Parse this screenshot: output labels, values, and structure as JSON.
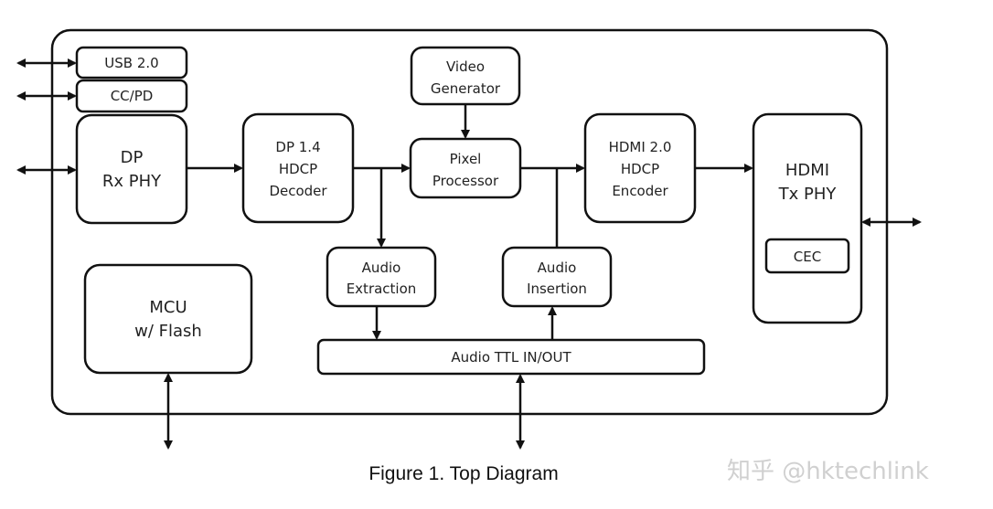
{
  "blocks": {
    "usb": "USB 2.0",
    "ccpd": "CC/PD",
    "dp_rx": [
      "DP",
      "Rx PHY"
    ],
    "decoder": [
      "DP 1.4",
      "HDCP",
      "Decoder"
    ],
    "video_gen": [
      "Video",
      "Generator"
    ],
    "pixel": [
      "Pixel",
      "Processor"
    ],
    "encoder": [
      "HDMI 2.0",
      "HDCP",
      "Encoder"
    ],
    "hdmi_tx": [
      "HDMI",
      "Tx PHY"
    ],
    "cec": "CEC",
    "audio_ext": [
      "Audio",
      "Extraction"
    ],
    "audio_ins": [
      "Audio",
      "Insertion"
    ],
    "mcu": [
      "MCU",
      "w/ Flash"
    ],
    "audio_ttl": "Audio TTL IN/OUT"
  },
  "caption": "Figure 1. Top Diagram",
  "watermark": "知乎 @hktechlink"
}
